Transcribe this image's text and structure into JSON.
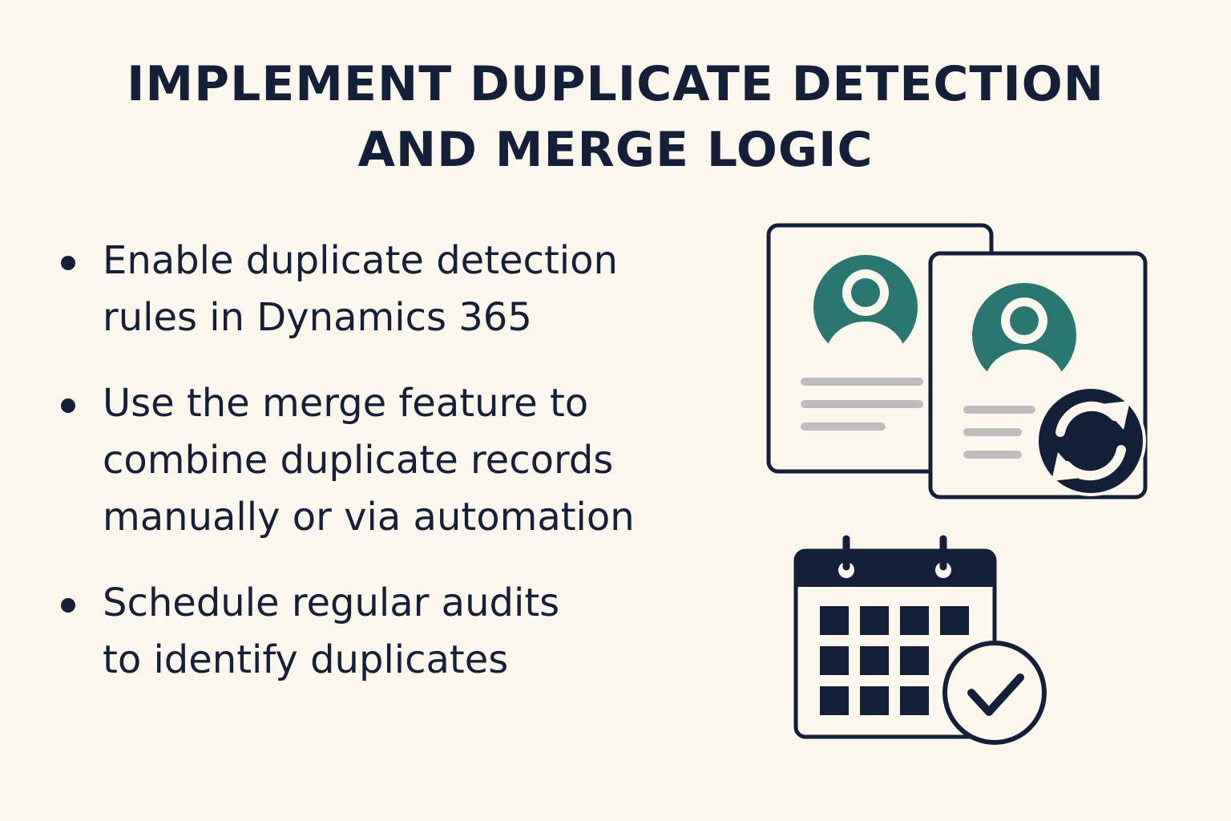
{
  "title": {
    "line1": "IMPLEMENT DUPLICATE DETECTION",
    "line2": "AND MERGE LOGIC"
  },
  "bullets": [
    {
      "lines": [
        "Enable duplicate detection",
        "rules in Dynamics 365"
      ]
    },
    {
      "lines": [
        "Use the merge feature to",
        "combine duplicate records",
        "manually or via automation"
      ]
    },
    {
      "lines": [
        "Schedule regular audits",
        "to identify duplicates"
      ]
    }
  ],
  "icons": {
    "record_card_1": "contact-card-icon",
    "record_card_2": "contact-card-icon",
    "avatar": "person-avatar-icon",
    "sync": "sync-arrows-icon",
    "calendar": "calendar-icon",
    "check": "checkmark-circle-icon"
  },
  "colors": {
    "background": "#fcf7ec",
    "ink": "#14203a",
    "avatar": "#2a7670",
    "placeholder_lines": "#bdbdbd"
  }
}
